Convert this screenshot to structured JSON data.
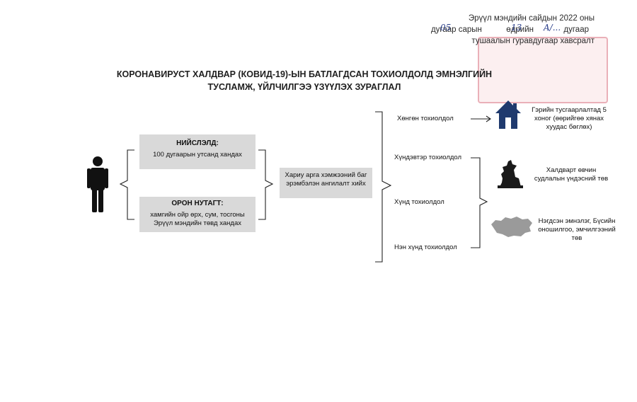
{
  "header": {
    "line1": "Эрүүл мэндийн сайдын 2022 оны",
    "line2_pre": "дугаар сарын",
    "line2_mid": "өдрийн",
    "line2_post": "дугаар",
    "line3": "тушаалын гуравдугаар хавсралт",
    "hand_month": "05",
    "hand_day": "13",
    "hand_num": "A/..."
  },
  "title": {
    "line1": "КОРОНАВИРУСТ ХАЛДВАР (КОВИД-19)-ЫН БАТЛАГДСАН ТОХИОЛДОЛД ЭМНЭЛГИЙН",
    "line2": "ТУСЛАМЖ, ҮЙЛЧИЛГЭЭ ҮЗҮҮЛЭХ ЗУРАГЛАЛ"
  },
  "capital": {
    "heading": "НИЙСЛЭЛД:",
    "text": "100 дугаарын утсанд хандах"
  },
  "rural": {
    "heading": "ОРОН НУТАГТ:",
    "text": "хамгийн ойр өрх, сум, тосгоны Эрүүл мэндийн төвд хандах"
  },
  "response": {
    "text": "Хариу арга хэмжээний баг эрэмбэлэн ангилалт хийх"
  },
  "severity": {
    "mild": "Хөнгөн тохиолдол",
    "moderate": "Хүндэвтэр тохиолдол",
    "severe": "Хүнд тохиолдол",
    "critical": "Нэн хүнд тохиолдол"
  },
  "outcomes": {
    "home": "Гэрийн тусгаарлалтад 5 хоног (өөрийгөө хянах хуудас бөглөх)",
    "center": "Халдварт өвчин судлалын үндэсний төв",
    "hospital": "Нэгдсэн эмнэлэг, Бүсийн оношилгоо, эмчилгээний төв"
  },
  "colors": {
    "box_fill": "#d9d9d9",
    "house": "#1f3a6e",
    "map": "#9a9a9a",
    "ink": "#2b3f8a"
  }
}
